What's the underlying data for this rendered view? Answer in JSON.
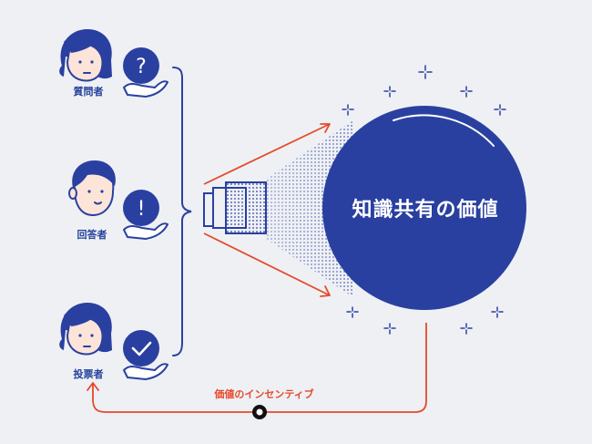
{
  "roles": {
    "questioner": {
      "label": "質問者",
      "badge_symbol": "?"
    },
    "answerer": {
      "label": "回答者",
      "badge_symbol": "!"
    },
    "voter": {
      "label": "投票者"
    }
  },
  "center": {
    "label": "知識共有の価値"
  },
  "incentive": {
    "label": "価値のインセンティブ"
  },
  "colors": {
    "primary_blue": "#2a40a0",
    "accent_red": "#e5492b",
    "skin": "#fde4d8",
    "background": "#eef0f4"
  }
}
